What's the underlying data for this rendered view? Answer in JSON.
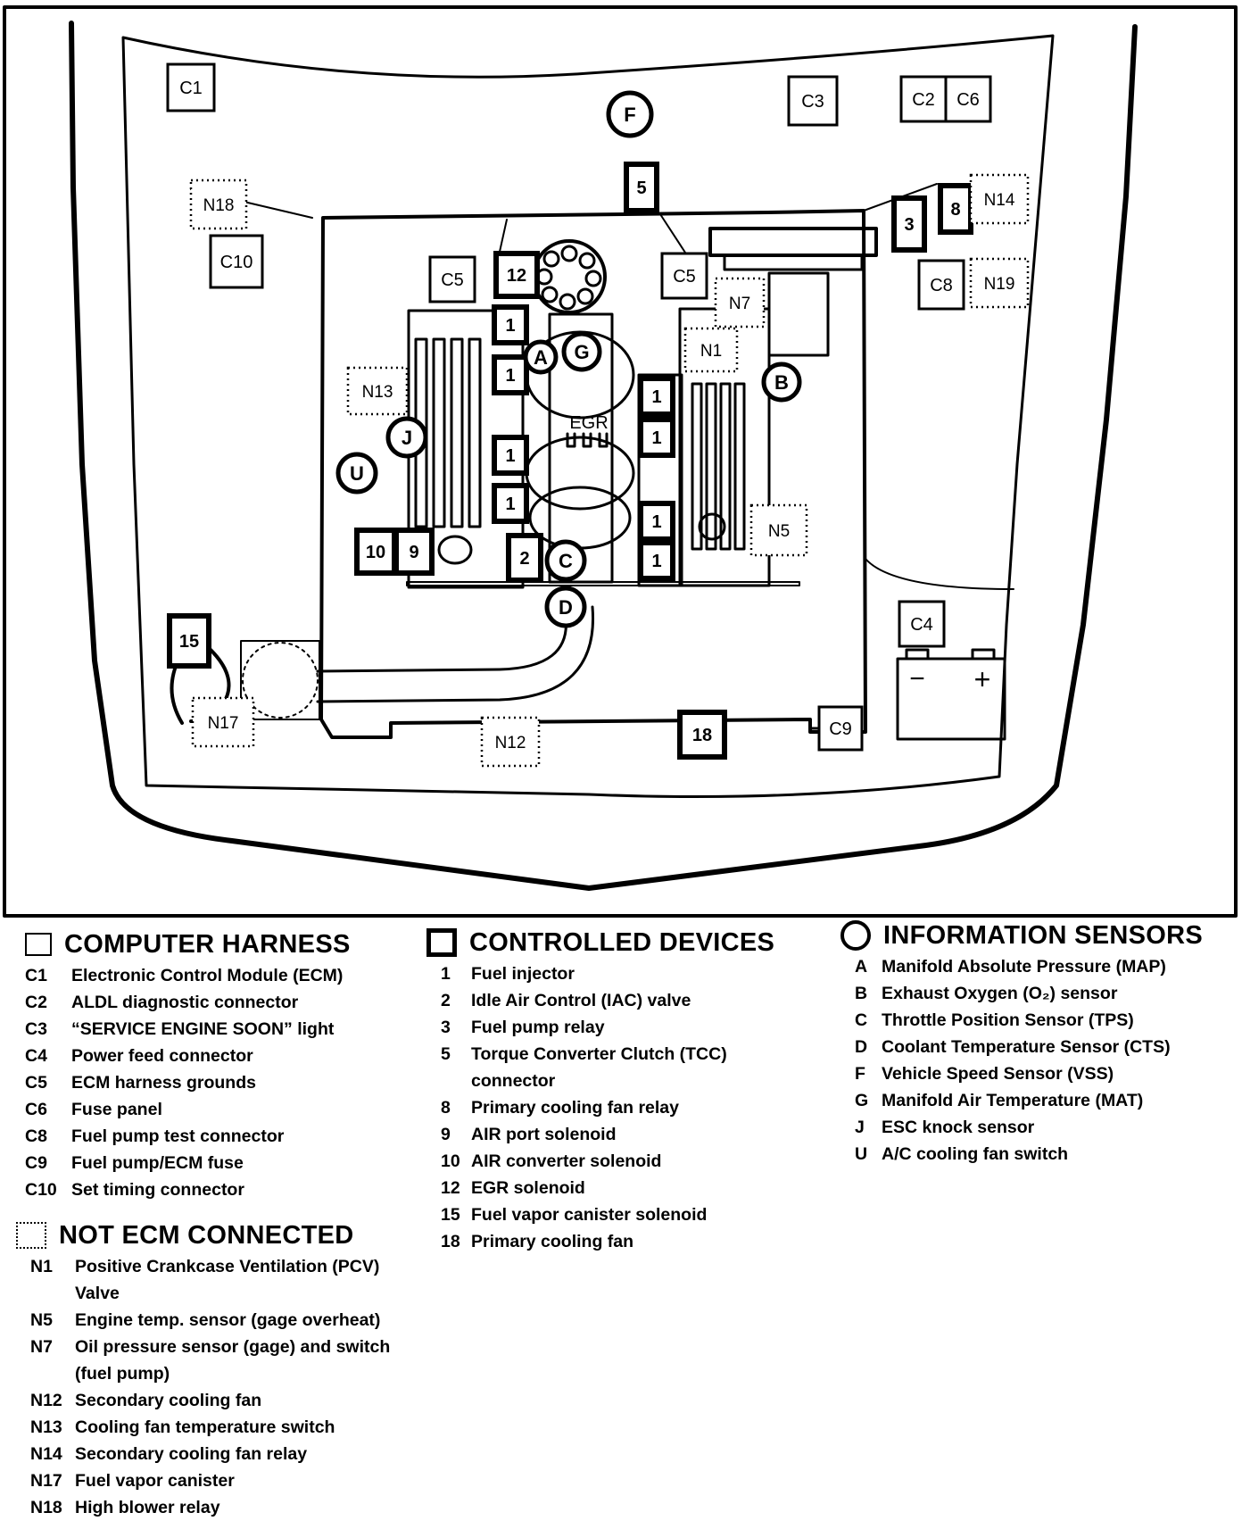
{
  "diagram": {
    "computer_harness_labels": [
      "C1",
      "C2",
      "C6",
      "C3",
      "C10",
      "C5",
      "C5",
      "C8",
      "C4",
      "C9"
    ],
    "controlled_device_labels": [
      "5",
      "3",
      "8",
      "12",
      "1",
      "1",
      "1",
      "1",
      "1",
      "1",
      "1",
      "1",
      "10",
      "9",
      "2",
      "15",
      "18"
    ],
    "information_sensor_labels": [
      "F",
      "B",
      "A",
      "G",
      "J",
      "U",
      "C",
      "D"
    ],
    "not_ecm_labels": [
      "N18",
      "N14",
      "N19",
      "N7",
      "N1",
      "N13",
      "N5",
      "N17",
      "N12"
    ],
    "egr_label": "EGR",
    "battery_minus": "−",
    "battery_plus": "+"
  },
  "legend": {
    "computer_harness": {
      "title": "COMPUTER HARNESS",
      "items": [
        {
          "code": "C1",
          "desc": "Electronic Control Module (ECM)"
        },
        {
          "code": "C2",
          "desc": "ALDL diagnostic connector"
        },
        {
          "code": "C3",
          "desc": "“SERVICE ENGINE SOON” light"
        },
        {
          "code": "C4",
          "desc": "Power feed connector"
        },
        {
          "code": "C5",
          "desc": "ECM harness grounds"
        },
        {
          "code": "C6",
          "desc": "Fuse panel"
        },
        {
          "code": "C8",
          "desc": "Fuel pump test connector"
        },
        {
          "code": "C9",
          "desc": "Fuel pump/ECM fuse"
        },
        {
          "code": "C10",
          "desc": "Set timing connector"
        }
      ]
    },
    "not_ecm_connected": {
      "title": "NOT ECM CONNECTED",
      "items": [
        {
          "code": "N1",
          "desc": "Positive Crankcase Ventilation (PCV) Valve"
        },
        {
          "code": "N5",
          "desc": "Engine temp. sensor (gage overheat)"
        },
        {
          "code": "N7",
          "desc": "Oil pressure sensor (gage) and switch (fuel pump)"
        },
        {
          "code": "N12",
          "desc": "Secondary cooling fan"
        },
        {
          "code": "N13",
          "desc": "Cooling fan temperature switch"
        },
        {
          "code": "N14",
          "desc": "Secondary cooling fan relay"
        },
        {
          "code": "N17",
          "desc": "Fuel vapor canister"
        },
        {
          "code": "N18",
          "desc": "High blower relay"
        }
      ]
    },
    "controlled_devices": {
      "title": "CONTROLLED DEVICES",
      "items": [
        {
          "code": "1",
          "desc": "Fuel injector"
        },
        {
          "code": "2",
          "desc": "Idle Air Control (IAC) valve"
        },
        {
          "code": "3",
          "desc": "Fuel pump relay"
        },
        {
          "code": "5",
          "desc": "Torque Converter Clutch (TCC) connector"
        },
        {
          "code": "8",
          "desc": "Primary cooling fan relay"
        },
        {
          "code": "9",
          "desc": "AIR port solenoid"
        },
        {
          "code": "10",
          "desc": "AIR converter solenoid"
        },
        {
          "code": "12",
          "desc": "EGR solenoid"
        },
        {
          "code": "15",
          "desc": "Fuel vapor canister solenoid"
        },
        {
          "code": "18",
          "desc": "Primary cooling fan"
        }
      ]
    },
    "information_sensors": {
      "title": "INFORMATION SENSORS",
      "items": [
        {
          "code": "A",
          "desc": "Manifold Absolute Pressure (MAP)"
        },
        {
          "code": "B",
          "desc": "Exhaust Oxygen (O₂) sensor"
        },
        {
          "code": "C",
          "desc": "Throttle Position Sensor (TPS)"
        },
        {
          "code": "D",
          "desc": "Coolant Temperature Sensor (CTS)"
        },
        {
          "code": "F",
          "desc": "Vehicle Speed Sensor (VSS)"
        },
        {
          "code": "G",
          "desc": "Manifold Air Temperature (MAT)"
        },
        {
          "code": "J",
          "desc": "ESC knock sensor"
        },
        {
          "code": "U",
          "desc": "A/C cooling fan switch"
        }
      ]
    }
  }
}
